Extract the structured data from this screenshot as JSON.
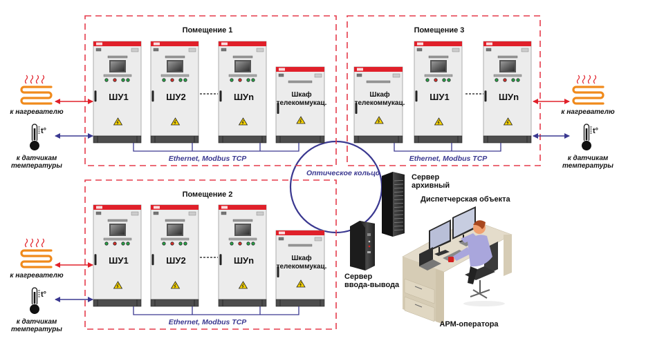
{
  "colors": {
    "room_border": "#e53a4a",
    "bus_line": "#3a3890",
    "heater_arrow": "#e0202a",
    "sensor_arrow": "#3a3890",
    "cabinet_body": "#ececec",
    "cabinet_header": "#e0202a",
    "cabinet_plinth": "#4d4d4d",
    "heater": "#f08a1c"
  },
  "rooms": [
    {
      "id": "room1",
      "title": "Помещение 1",
      "cabinets": [
        {
          "label": "ШУ1",
          "type": "control"
        },
        {
          "label": "ШУ2",
          "type": "control"
        },
        {
          "label": "ШУn",
          "type": "control"
        },
        {
          "label": "Шкаф телекоммукац.",
          "line1": "Шкаф",
          "line2": "телекоммукац.",
          "type": "telecom"
        }
      ],
      "bus_label": "Ethernet, Modbus TCP"
    },
    {
      "id": "room2",
      "title": "Помещение 2",
      "cabinets": [
        {
          "label": "ШУ1",
          "type": "control"
        },
        {
          "label": "ШУ2",
          "type": "control"
        },
        {
          "label": "ШУn",
          "type": "control"
        },
        {
          "label": "Шкаф телекоммукац.",
          "line1": "Шкаф",
          "line2": "телекоммукац.",
          "type": "telecom"
        }
      ],
      "bus_label": "Ethernet, Modbus TCP"
    },
    {
      "id": "room3",
      "title": "Помещение 3",
      "cabinets": [
        {
          "label": "Шкаф телекоммукац.",
          "line1": "Шкаф",
          "line2": "телекоммукац.",
          "type": "telecom"
        },
        {
          "label": "ШУ1",
          "type": "control"
        },
        {
          "label": "ШУn",
          "type": "control"
        }
      ],
      "bus_label": "Ethernet, Modbus TCP"
    }
  ],
  "peripherals": {
    "heater_label": "к нагревателю",
    "sensor_label_line1": "к датчикам",
    "sensor_label_line2": "температуры",
    "sensor_symbol": "t°",
    "heater_icon": "heater-coil-icon",
    "sensor_icon": "thermometer-icon"
  },
  "network": {
    "ring_label": "Оптическое кольцо"
  },
  "servers": {
    "archive_line1": "Сервер",
    "archive_line2": "архивный",
    "io_line1": "Сервер",
    "io_line2": "ввода-вывода"
  },
  "control_room": {
    "title": "Диспетчерская объекта",
    "workstation_label": "АРМ-оператора"
  }
}
